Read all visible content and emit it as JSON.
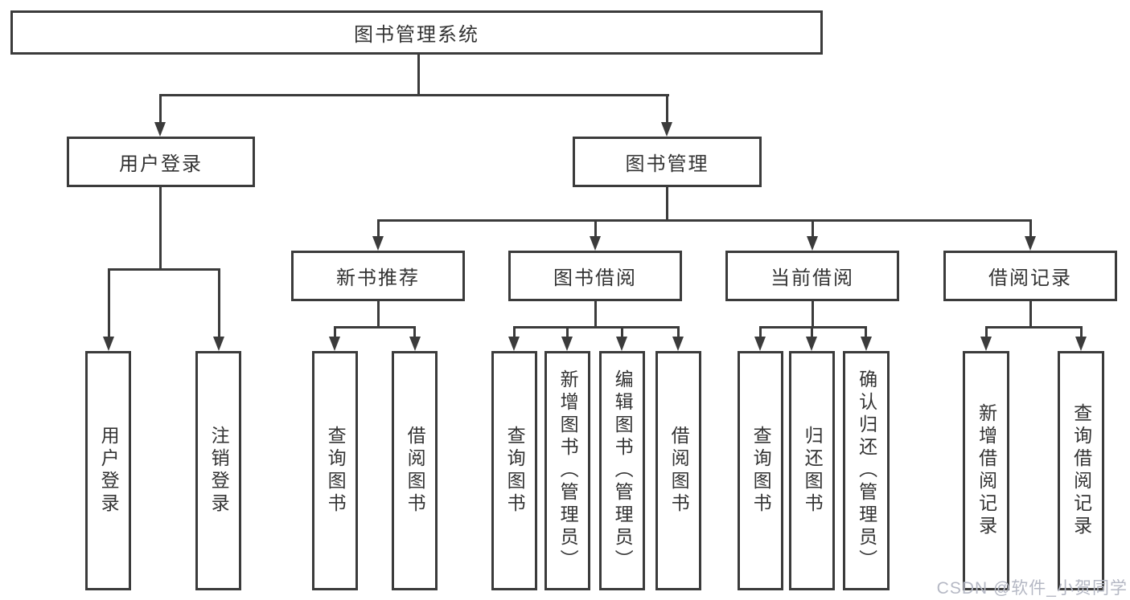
{
  "nodes": {
    "root": "图书管理系统",
    "user_login": "用户登录",
    "book_management": "图书管理",
    "new_book_recommend": "新书推荐",
    "book_borrow": "图书借阅",
    "current_borrow": "当前借阅",
    "borrow_records": "借阅记录",
    "leaf_user_login": "用户登录",
    "leaf_logout": "注销登录",
    "leaf_rec_query": "查询图书",
    "leaf_rec_borrow": "借阅图书",
    "leaf_bb_query": "查询图书",
    "leaf_bb_add": "新增图书（管理员）",
    "leaf_bb_edit": "编辑图书（管理员）",
    "leaf_bb_borrow": "借阅图书",
    "leaf_cb_query": "查询图书",
    "leaf_cb_return": "归还图书",
    "leaf_cb_confirm": "确认归还（管理员）",
    "leaf_br_add": "新增借阅记录",
    "leaf_br_query": "查询借阅记录"
  },
  "structure": {
    "图书管理系统": [
      "用户登录",
      "图书管理"
    ],
    "用户登录": [
      "用户登录",
      "注销登录"
    ],
    "图书管理": [
      "新书推荐",
      "图书借阅",
      "当前借阅",
      "借阅记录"
    ],
    "新书推荐": [
      "查询图书",
      "借阅图书"
    ],
    "图书借阅": [
      "查询图书",
      "新增图书（管理员）",
      "编辑图书（管理员）",
      "借阅图书"
    ],
    "当前借阅": [
      "查询图书",
      "归还图书",
      "确认归还（管理员）"
    ],
    "借阅记录": [
      "新增借阅记录",
      "查询借阅记录"
    ]
  },
  "watermark_text": "CSDN @软件_小贺同学",
  "colors": {
    "line": "#3b3b3b",
    "text": "#333333",
    "watermark": "#b5b8c4",
    "background": "#ffffff"
  }
}
